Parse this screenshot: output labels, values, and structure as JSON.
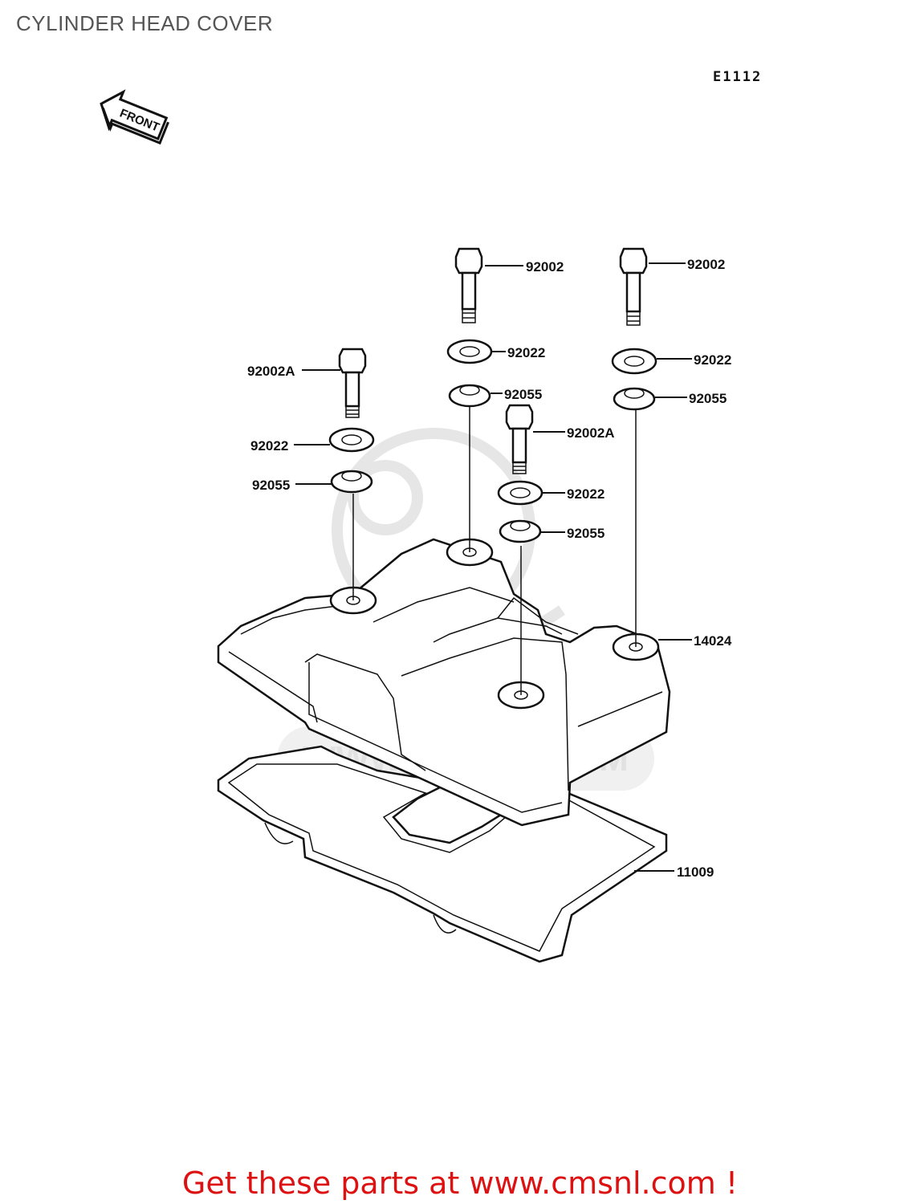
{
  "title": "CYLINDER HEAD COVER",
  "diagram_code": "E1112",
  "front_label": "FRONT",
  "watermark": "WWW.CMSNL.COM",
  "callouts": {
    "bolt_center": "92002",
    "washer_center": "92022",
    "grommet_center": "92055",
    "bolt_right": "92002",
    "washer_right": "92022",
    "grommet_right": "92055",
    "bolt_left": "92002A",
    "washer_left": "92022",
    "grommet_left": "92055",
    "bolt_mid": "92002A",
    "washer_mid": "92022",
    "grommet_mid": "92055",
    "cover": "14024",
    "gasket": "11009"
  },
  "footer": "Get these parts at www.cmsnl.com !"
}
